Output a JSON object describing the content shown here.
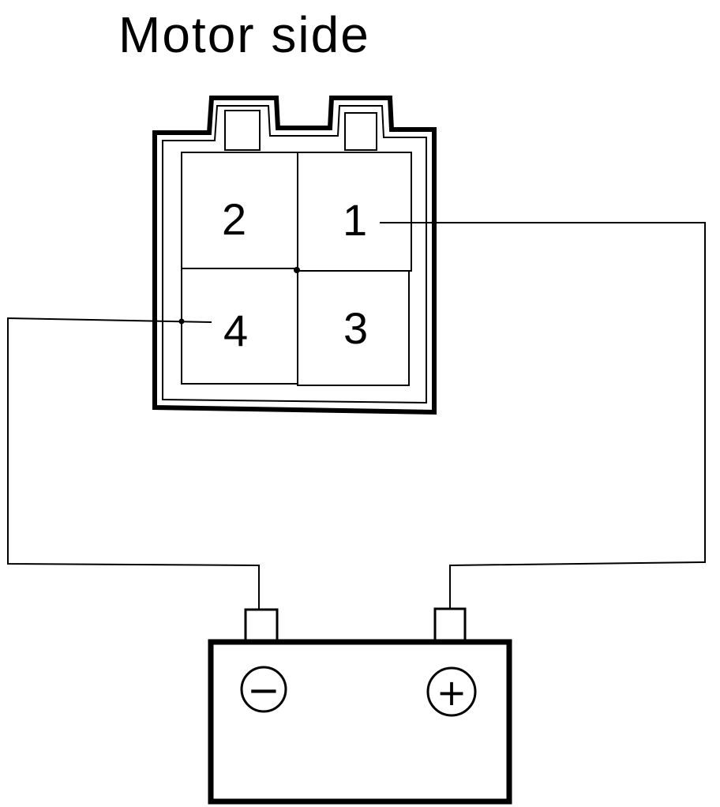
{
  "title": "Motor side",
  "connector": {
    "pins": [
      {
        "id": "pin-1",
        "label": "1"
      },
      {
        "id": "pin-2",
        "label": "2"
      },
      {
        "id": "pin-3",
        "label": "3"
      },
      {
        "id": "pin-4",
        "label": "4"
      }
    ]
  },
  "battery": {
    "negative_symbol": "−",
    "positive_symbol": "+"
  },
  "colors": {
    "ink": "#000000",
    "paper": "#ffffff"
  }
}
